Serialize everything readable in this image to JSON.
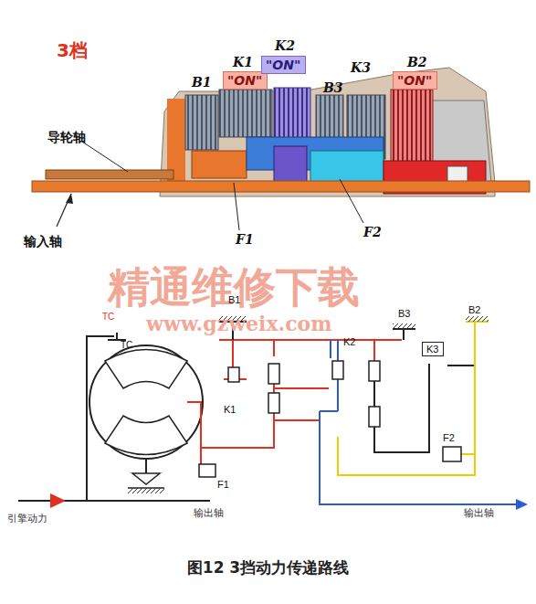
{
  "diagram": {
    "title": "3档",
    "caption": "图12 3挡动力传递路线",
    "nodes": [
      {
        "text": [
          "\"ON\""
        ]
      },
      {
        "text": [
          "\"ON\""
        ]
      },
      {
        "text": [
          "\"ON\""
        ]
      },
      {
        "text": [
          "K3"
        ]
      }
    ],
    "labels": [
      "B1",
      "K1",
      "K2",
      "B3",
      "K3",
      "B2",
      "导轮轴",
      "输入轴",
      "F1",
      "F2",
      "精通维修下载",
      "www.gzweix.com",
      "TC",
      "TC",
      "B1",
      "K1",
      "F1",
      "K2",
      "B3",
      "B2",
      "F2",
      "引擎动力",
      "输出轴",
      "输出轴"
    ]
  }
}
